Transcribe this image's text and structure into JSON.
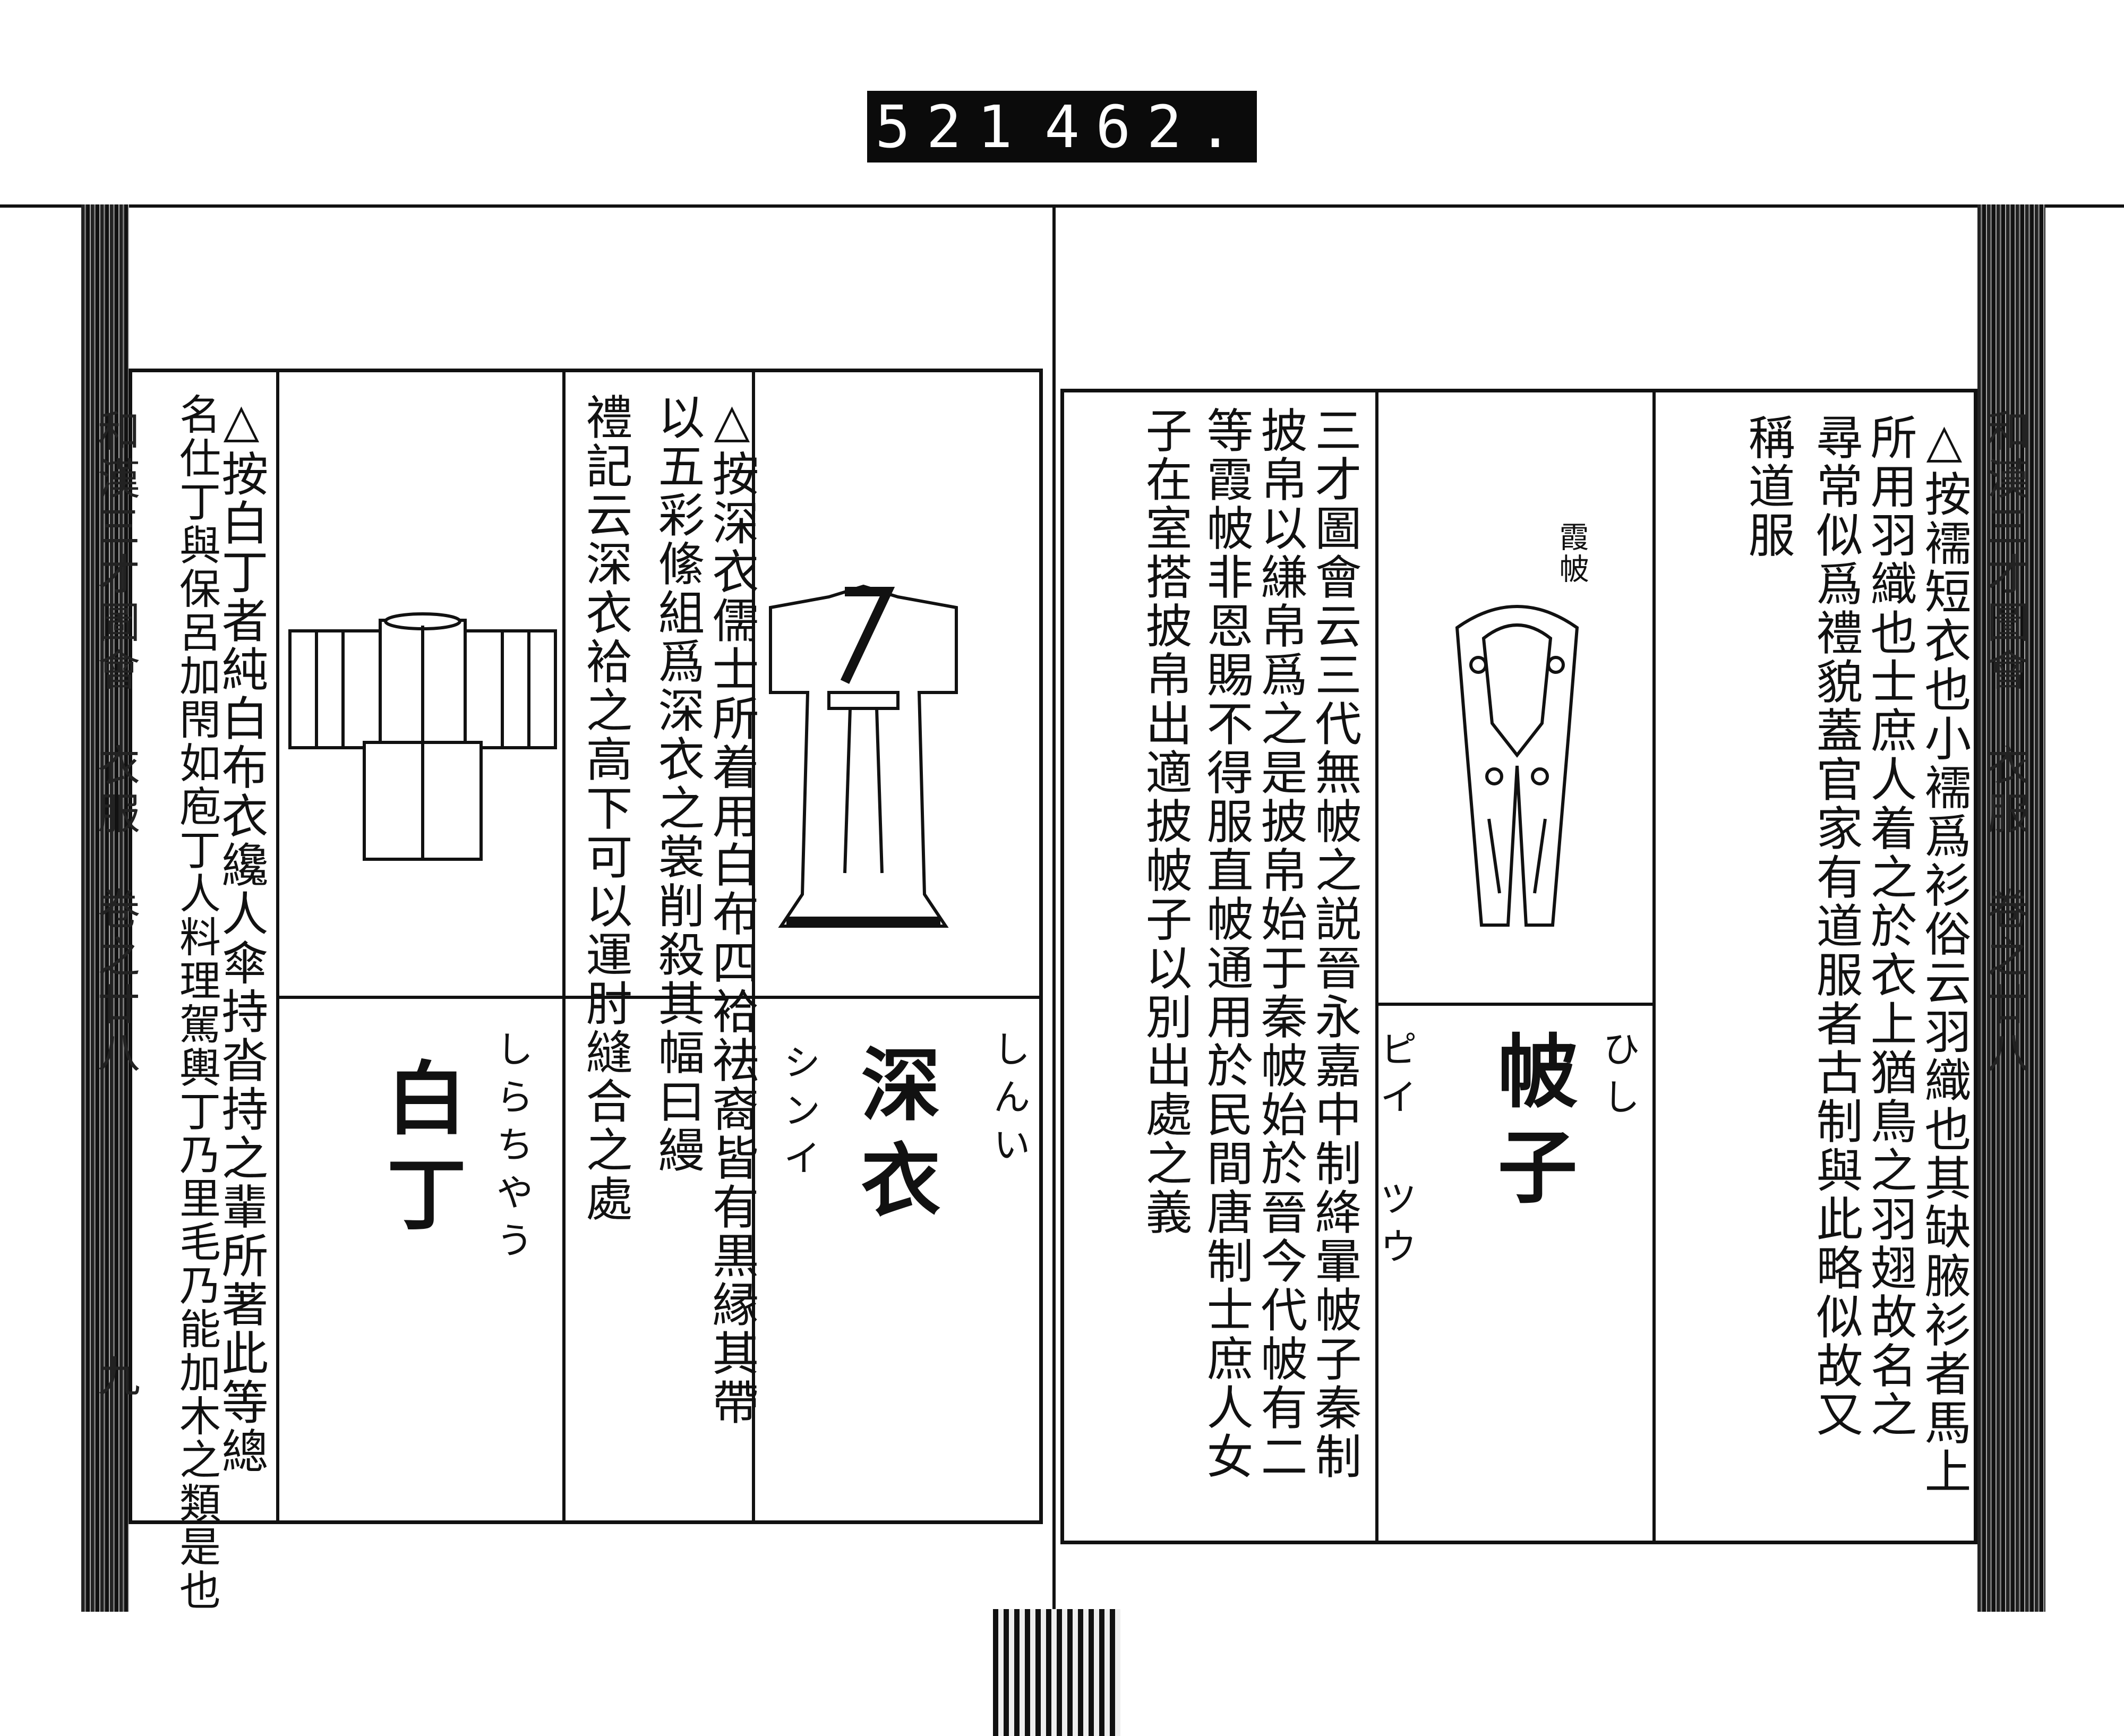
{
  "catalog_label": {
    "left": "521",
    "right": "462."
  },
  "left_page": {
    "margin_title": "和漢三才圖會　衣服　卷之廿八",
    "page_number": "九",
    "hakucho": {
      "title": "白丁",
      "kana": "しらちやう",
      "text_columns": [
        "△按白丁者純白布衣纔人傘持沓持之輩所著此等總",
        "名仕丁與保呂加閇如庖丁人料理駕輿丁乃里毛乃能加木之類是也"
      ]
    },
    "shini": {
      "title": "深衣",
      "kana": "しんい",
      "reading": "シンイ",
      "text_columns": [
        "△按深衣儒士所着用白布四袷祛裔皆有黒縁其帶",
        "以五彩絛組爲深衣之裳削殺其幅曰縵",
        "禮記云深衣袷之高下可以運肘縫合之處"
      ]
    }
  },
  "right_page": {
    "margin_title": "和漢三才圖會　衣服　卷之廿八",
    "haori": {
      "text_columns": [
        "△按襦短衣也小襦爲衫俗云羽織也其缺腋衫者馬上",
        "所用羽織也士庶人着之於衣上猶鳥之羽翅故名之",
        "尋常似爲禮貌蓋官家有道服者古制與此略似故又",
        "稱道服"
      ]
    },
    "hishi": {
      "title": "帔子",
      "kana": "ひし",
      "reading": "ピイ ツウ",
      "figure_label": "霞帔",
      "text_columns": [
        "三才圖會云三代無帔之説晉永嘉中制絳暈帔子秦制",
        "披帛以縑帛爲之是披帛始于秦帔始於晉今代帔有二",
        "等霞帔非恩賜不得服直帔通用於民間唐制士庶人女",
        "子在室搭披帛出適披帔子以別出處之義"
      ]
    }
  }
}
